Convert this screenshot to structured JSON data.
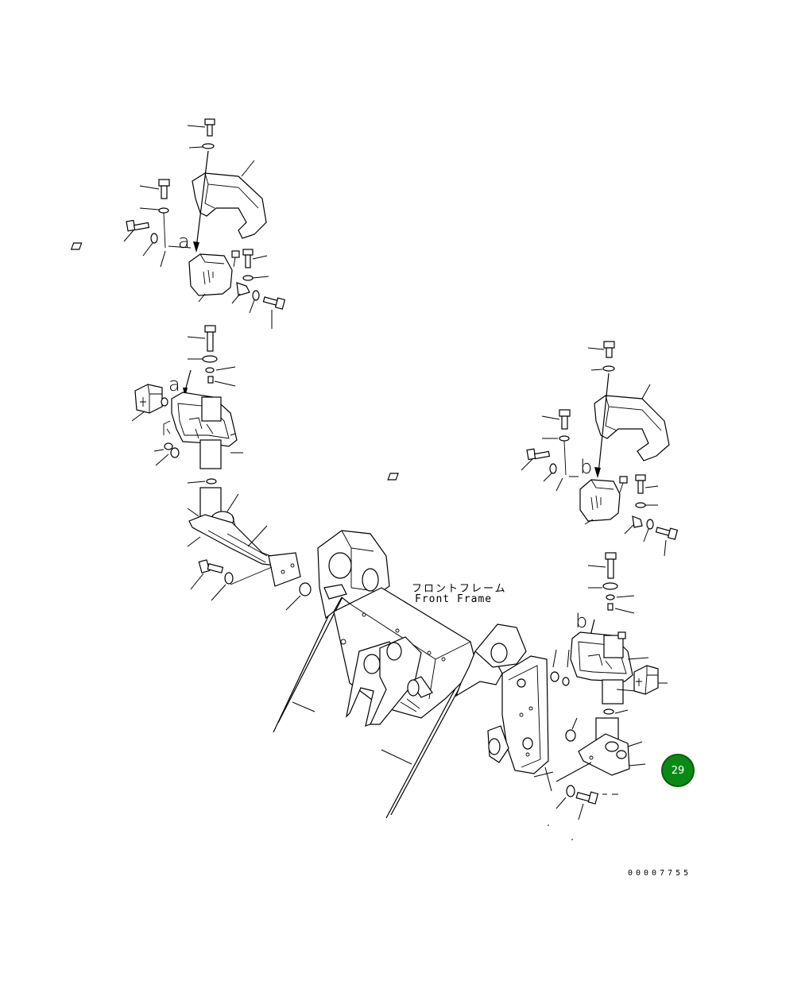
{
  "diagram": {
    "callouts": {
      "a_top": "a",
      "a_mid": "a",
      "b_top": "b",
      "b_mid": "b"
    },
    "front_frame_label_jp": "フロントフレーム",
    "front_frame_label_en": "Front Frame",
    "document_number": "00007755",
    "page_badge": "29",
    "colors": {
      "line": "#000000",
      "background": "#ffffff",
      "badge_fill": "#0a8a14"
    }
  }
}
